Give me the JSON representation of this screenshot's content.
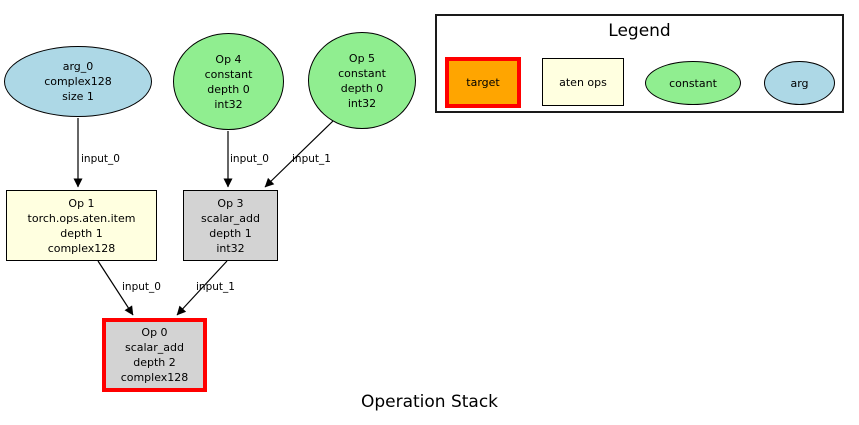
{
  "title": "Operation Stack",
  "colors": {
    "arg": "#add8e6",
    "constant": "#90ee90",
    "aten_ops": "#ffffe0",
    "generic_op": "#d3d3d3",
    "target_fill": "#ffa500",
    "target_border": "#ff0000",
    "edge": "#000000"
  },
  "nodes": {
    "arg_0": {
      "type": "arg",
      "lines": [
        "arg_0",
        "complex128",
        "size 1"
      ]
    },
    "op4": {
      "type": "constant",
      "lines": [
        "Op 4",
        "constant",
        "depth 0",
        "int32"
      ]
    },
    "op5": {
      "type": "constant",
      "lines": [
        "Op 5",
        "constant",
        "depth 0",
        "int32"
      ]
    },
    "op1": {
      "type": "aten",
      "lines": [
        "Op 1",
        "torch.ops.aten.item",
        "depth 1",
        "complex128"
      ]
    },
    "op3": {
      "type": "op",
      "lines": [
        "Op 3",
        "scalar_add",
        "depth 1",
        "int32"
      ]
    },
    "op0": {
      "type": "target",
      "lines": [
        "Op 0",
        "scalar_add",
        "depth 2",
        "complex128"
      ]
    }
  },
  "edges": [
    {
      "from": "arg_0",
      "to": "op1",
      "label": "input_0"
    },
    {
      "from": "op4",
      "to": "op3",
      "label": "input_0"
    },
    {
      "from": "op5",
      "to": "op3",
      "label": "input_1"
    },
    {
      "from": "op1",
      "to": "op0",
      "label": "input_0"
    },
    {
      "from": "op3",
      "to": "op0",
      "label": "input_1"
    }
  ],
  "legend": {
    "title": "Legend",
    "items": [
      {
        "label": "target",
        "shape": "rect"
      },
      {
        "label": "aten ops",
        "shape": "rect"
      },
      {
        "label": "constant",
        "shape": "ellipse"
      },
      {
        "label": "arg",
        "shape": "ellipse"
      }
    ]
  }
}
